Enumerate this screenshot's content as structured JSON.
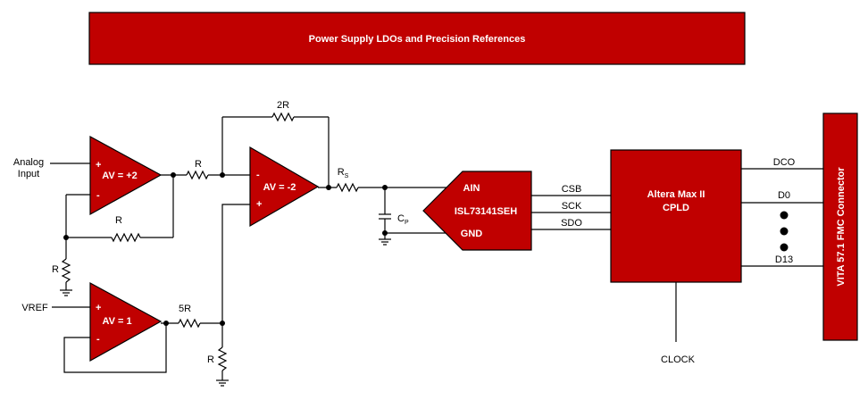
{
  "banner": {
    "title": "Power Supply LDOs and Precision References"
  },
  "inputs": {
    "analog": [
      "Analog",
      "Input"
    ],
    "vref": "VREF"
  },
  "amp1": {
    "label": "AV = +2",
    "plus": "+",
    "minus": "-"
  },
  "amp2": {
    "label": "AV = -2",
    "plus": "+",
    "minus": "-"
  },
  "amp3": {
    "label": "AV = 1",
    "plus": "+",
    "minus": "-"
  },
  "resistors": {
    "r_in": "R",
    "r_fb1": "R",
    "r_gnd1": "R",
    "r_fb2": "2R",
    "r_5r": "5R",
    "r_gnd2": "R",
    "rs_main": "R",
    "rs_sub": "S"
  },
  "cap": {
    "main": "C",
    "sub": "P"
  },
  "adc": {
    "name": "ISL73141SEH",
    "ain": "AIN",
    "gnd": "GND"
  },
  "spi": {
    "csb": "CSB",
    "sck": "SCK",
    "sdo": "SDO"
  },
  "cpld": {
    "line1": "Altera Max II",
    "line2": "CPLD"
  },
  "clock": "CLOCK",
  "outputs": {
    "dco": "DCO",
    "d0": "D0",
    "d13": "D13"
  },
  "connector": "VITA 57.1 FMC Connector",
  "colors": {
    "block": "#c00000",
    "wire": "#000000"
  }
}
